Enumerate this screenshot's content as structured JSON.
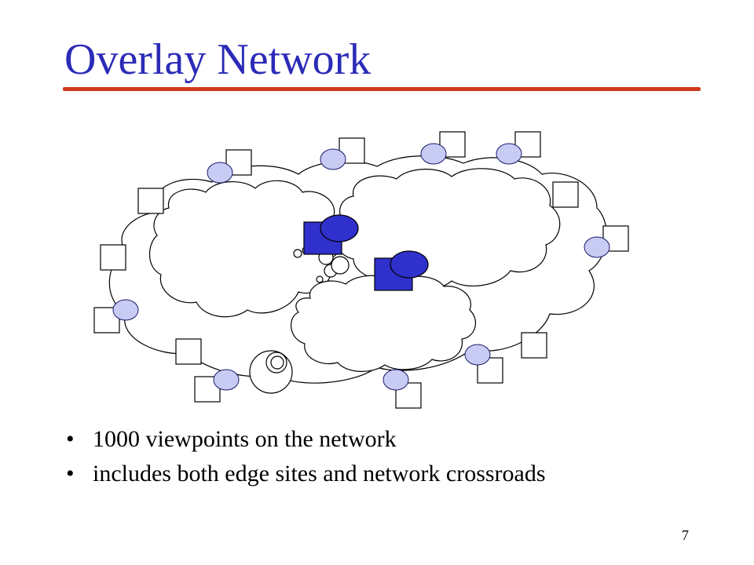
{
  "slide": {
    "title": "Overlay Network",
    "bullets": [
      "1000 viewpoints on the network",
      "includes both edge sites and network crossroads"
    ],
    "bullet_glyph": "•",
    "page_number": "7"
  },
  "colors": {
    "title": "#2b2bb8",
    "rule": "#cc3a1a",
    "node_fill": "#c8ccf4",
    "highlight_fill": "#3030cc",
    "outline": "#000000"
  }
}
